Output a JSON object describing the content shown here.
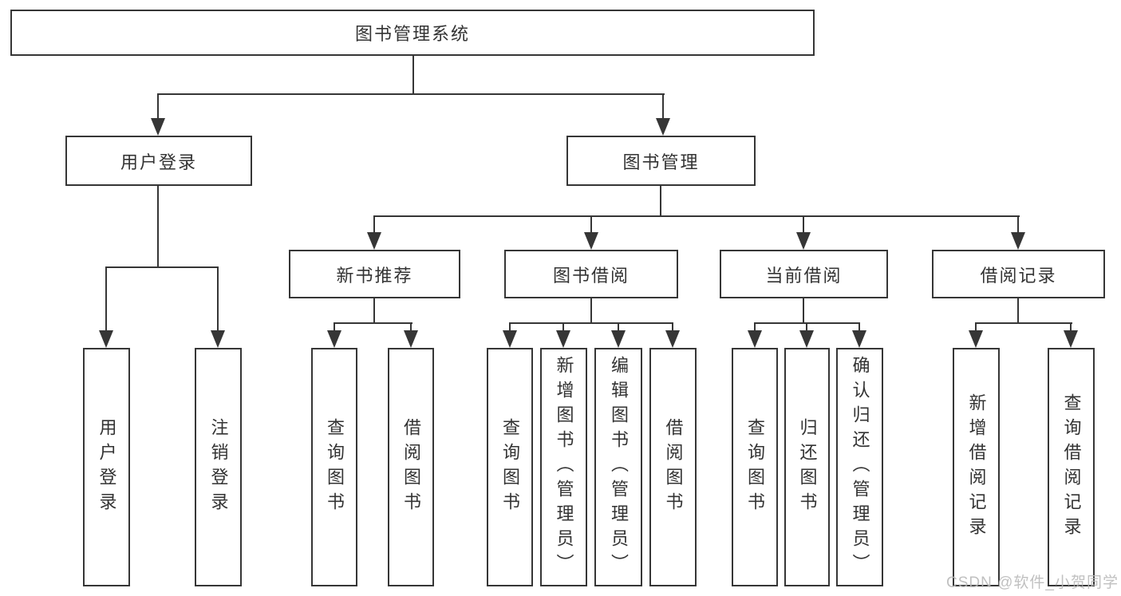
{
  "diagram_title": "图书管理系统",
  "nodes": {
    "root": "图书管理系统",
    "user_login": "用户登录",
    "book_mgmt": "图书管理",
    "new_book": "新书推荐",
    "book_borrow": "图书借阅",
    "current_borrow": "当前借阅",
    "borrow_records": "借阅记录",
    "user_leaves": [
      "用户登录",
      "注销登录"
    ],
    "new_book_leaves": [
      "查询图书",
      "借阅图书"
    ],
    "book_borrow_leaves": [
      "查询图书",
      "新增图书（管理员）",
      "编辑图书（管理员）",
      "借阅图书"
    ],
    "current_borrow_leaves": [
      "查询图书",
      "归还图书",
      "确认归还（管理员）"
    ],
    "borrow_records_leaves": [
      "新增借阅记录",
      "查询借阅记录"
    ]
  },
  "watermark": "CSDN @软件_小贺同学",
  "colors": {
    "line": "#363636",
    "box_border": "#363636",
    "text": "#333333",
    "watermark": "#b9b9b9",
    "background": "#ffffff"
  }
}
